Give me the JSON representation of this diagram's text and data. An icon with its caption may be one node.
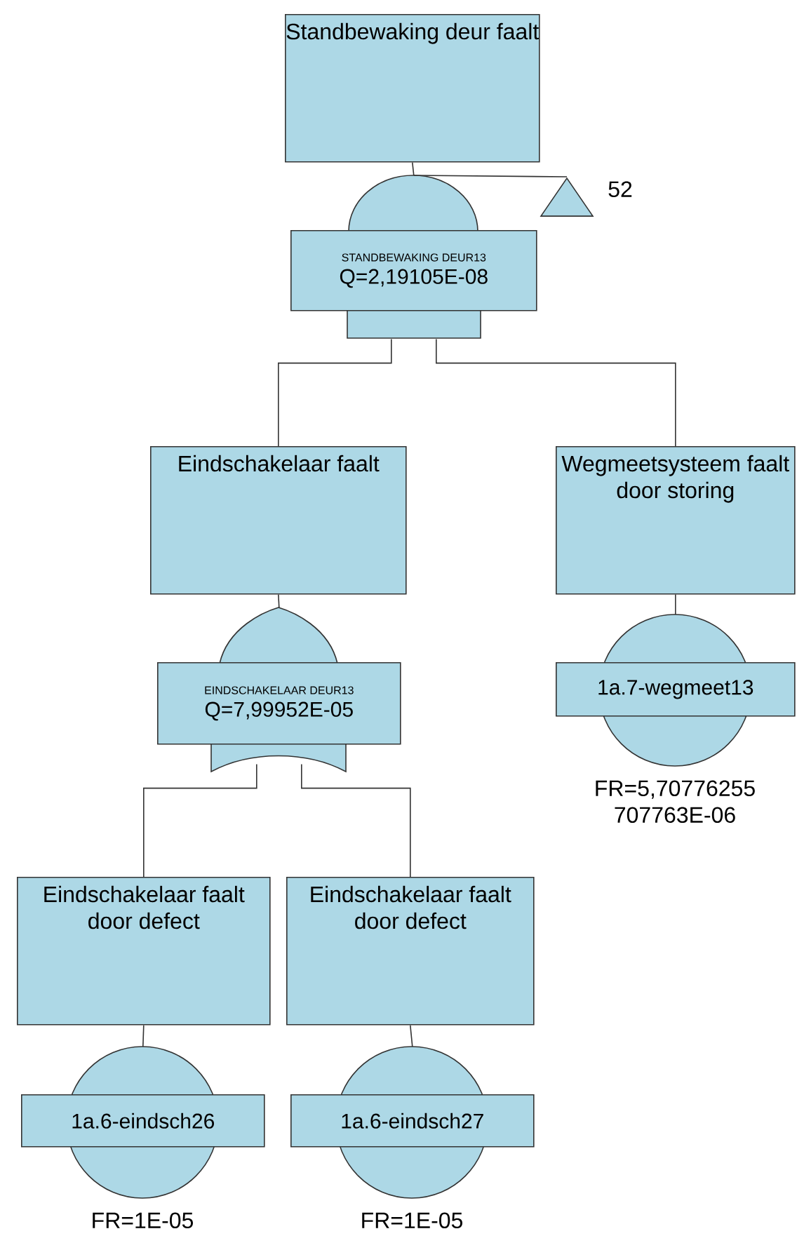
{
  "diagram": {
    "nodes": [
      {
        "text": [
          "Standbewaking deur faalt"
        ]
      },
      {
        "text": [
          "STANDBEWAKING DEUR13",
          "Q=2,19105E-08"
        ]
      },
      {
        "text": [],
        "shape": "triangle",
        "beside": [
          "52"
        ]
      },
      {
        "text": [
          "Eindschakelaar faalt"
        ]
      },
      {
        "text": [
          "EINDSCHAKELAAR DEUR13",
          "Q=7,99952E-05"
        ]
      },
      {
        "text": [
          "Wegmeetsysteem faalt door storing"
        ]
      },
      {
        "text": [
          "1a.7-wegmeet13"
        ],
        "beside": [
          "FR=5,70776255 707763E-06"
        ]
      },
      {
        "text": [
          "Eindschakelaar faalt door defect"
        ]
      },
      {
        "text": [
          "Eindschakelaar faalt door defect"
        ]
      },
      {
        "text": [
          "1a.6-eindsch26"
        ],
        "beside": [
          "FR=1E-05"
        ]
      },
      {
        "text": [
          "1a.6-eindsch27"
        ],
        "beside": [
          "FR=1E-05"
        ]
      }
    ],
    "edges": [
      {
        "from": 0,
        "to": 1,
        "arrow": "none"
      },
      {
        "from": 1,
        "to": 2,
        "arrow": "none"
      },
      {
        "from": 1,
        "to": 3,
        "arrow": "none"
      },
      {
        "from": 1,
        "to": 5,
        "arrow": "none"
      },
      {
        "from": 3,
        "to": 4,
        "arrow": "none"
      },
      {
        "from": 5,
        "to": 6,
        "arrow": "none"
      },
      {
        "from": 4,
        "to": 7,
        "arrow": "none"
      },
      {
        "from": 4,
        "to": 8,
        "arrow": "none"
      },
      {
        "from": 7,
        "to": 9,
        "arrow": "none"
      },
      {
        "from": 8,
        "to": 10,
        "arrow": "none"
      }
    ]
  }
}
